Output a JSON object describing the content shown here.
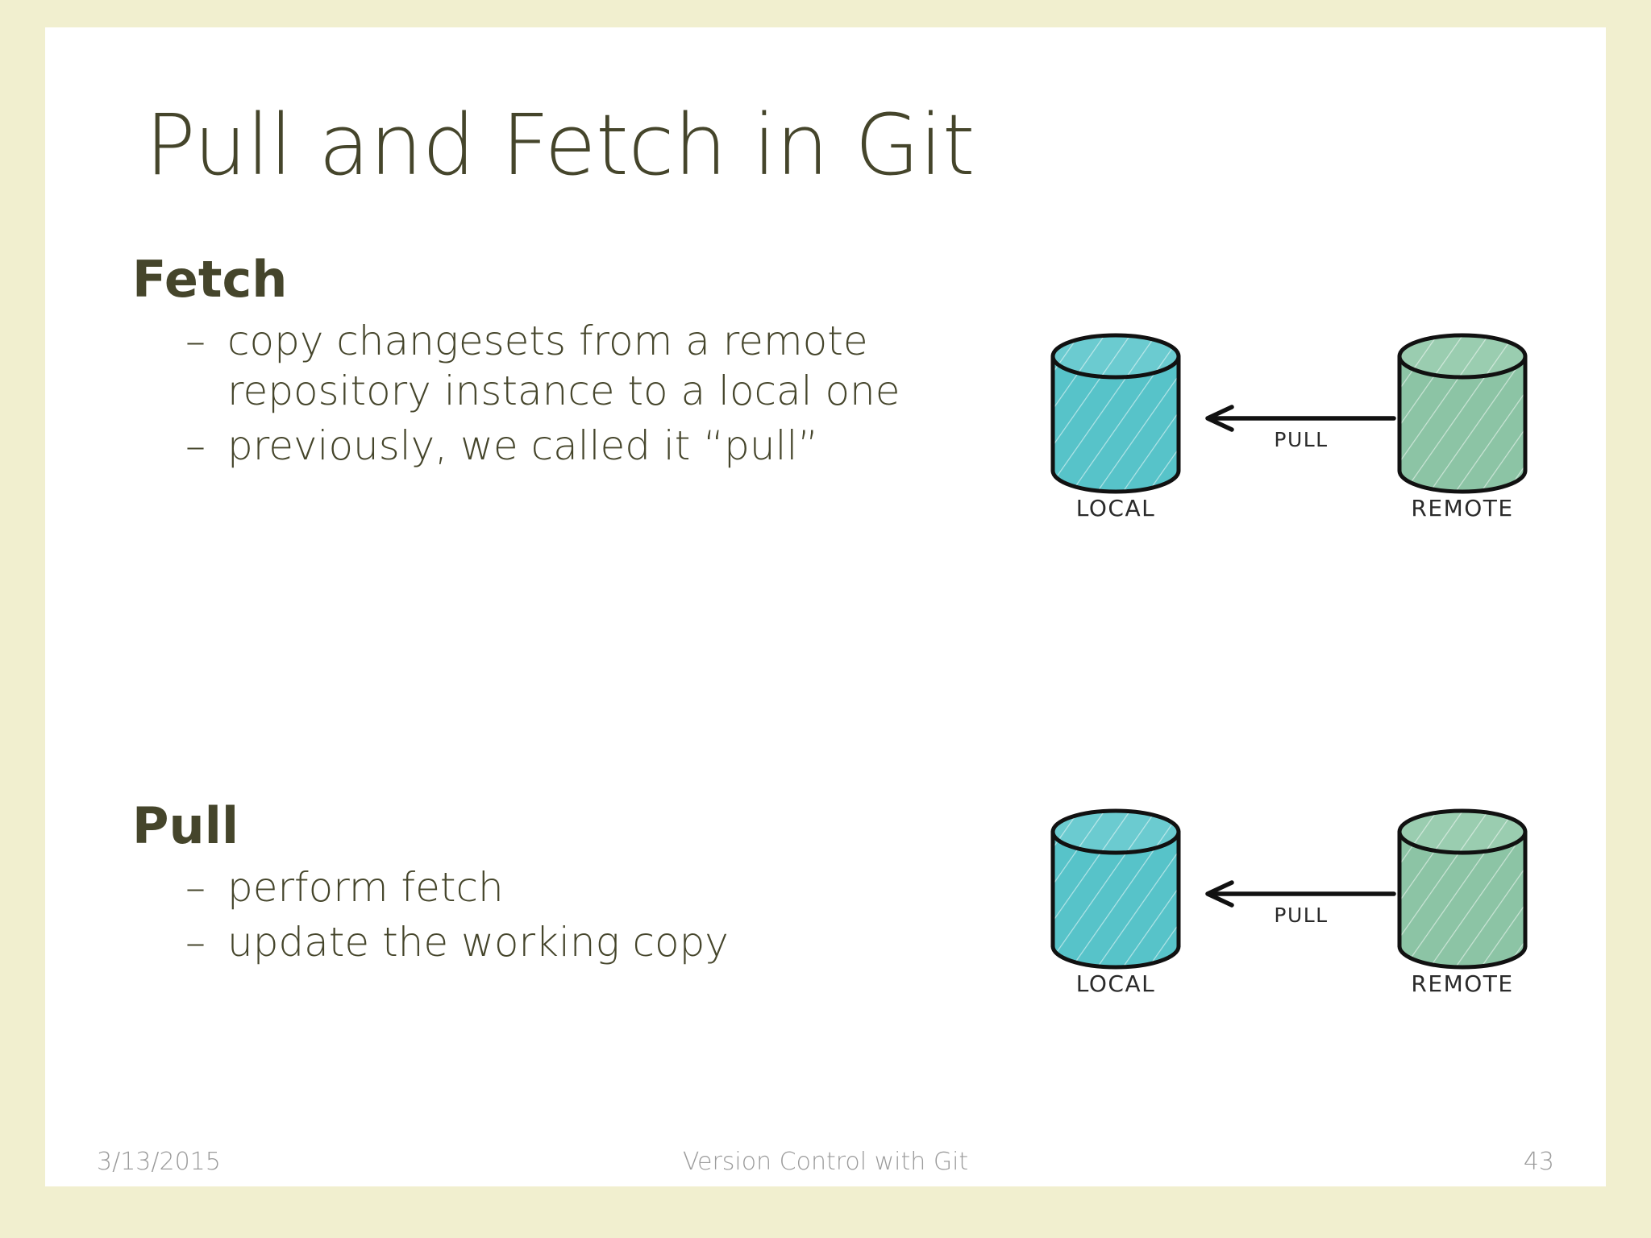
{
  "slide": {
    "title": "Pull and Fetch in Git",
    "background_color": "#FFFFFF",
    "border_color": "#F1EFCF",
    "text_color": "#45452B"
  },
  "sections": [
    {
      "heading": "Fetch",
      "bullets": [
        {
          "marker": "–",
          "text": "copy changesets from a remote repository instance to a local one"
        },
        {
          "marker": "–",
          "text": "previously, we called it “pull”"
        }
      ]
    },
    {
      "heading": "Pull",
      "bullets": [
        {
          "marker": "–",
          "text": "perform fetch"
        },
        {
          "marker": "–",
          "text": "update the working copy"
        }
      ]
    }
  ],
  "diagrams": [
    {
      "name": "fetch-diagram",
      "left_cylinder_label": "LOCAL",
      "right_cylinder_label": "REMOTE",
      "arrow_label": "PULL",
      "arrow_direction": "right-to-left",
      "left_cylinder_color": "#57C3C9",
      "right_cylinder_color": "#8CC4A5",
      "outline_color": "#111111"
    },
    {
      "name": "pull-diagram",
      "left_cylinder_label": "LOCAL",
      "right_cylinder_label": "REMOTE",
      "arrow_label": "PULL",
      "arrow_direction": "right-to-left",
      "left_cylinder_color": "#57C3C9",
      "right_cylinder_color": "#8CC4A5",
      "outline_color": "#111111"
    }
  ],
  "footer": {
    "date": "3/13/2015",
    "title": "Version Control with Git",
    "page_number": "43"
  }
}
